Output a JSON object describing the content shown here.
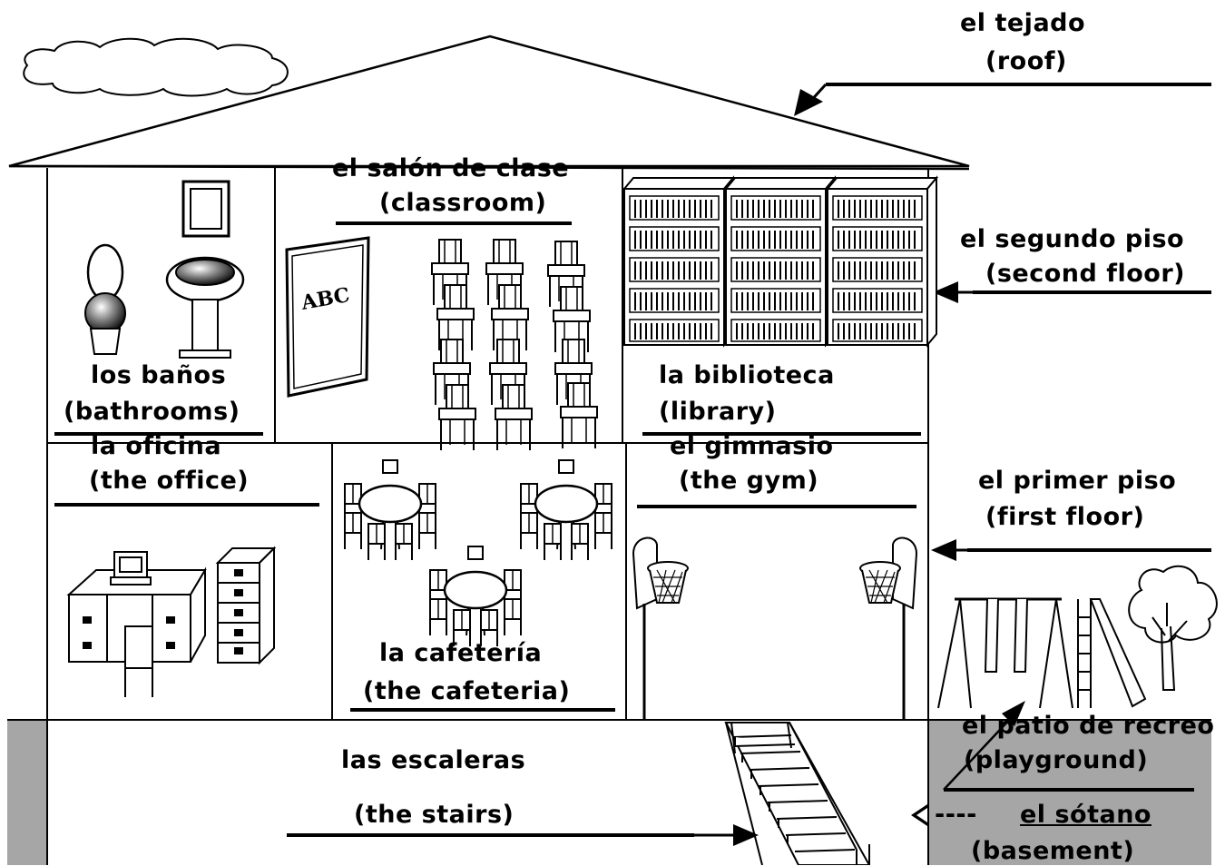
{
  "labels": {
    "roof_es": "el tejado",
    "roof_en": "(roof)",
    "second_floor_es": "el segundo piso",
    "second_floor_en": "(second floor)",
    "classroom_es": "el salón de clase",
    "classroom_en": "(classroom)",
    "bathrooms_es": "los baños",
    "bathrooms_en": "(bathrooms)",
    "library_es": "la biblioteca",
    "library_en": "(library)",
    "office_es": "la oficina",
    "office_en": "(the office)",
    "gym_es": "el gimnasio",
    "gym_en": "(the gym)",
    "cafeteria_es": "la cafetería",
    "cafeteria_en": "(the cafeteria)",
    "first_floor_es": "el primer piso",
    "first_floor_en": "(first floor)",
    "playground_es": "el patio de recreo",
    "playground_en": "(playground)",
    "stairs_es": "las escaleras",
    "stairs_en": "(the stairs)",
    "basement_dashes": "----",
    "basement_es": "el sótano",
    "basement_en": "(basement)"
  },
  "board_text": "ABC",
  "colors": {
    "ink": "#000000",
    "basement_gray": "#a6a6a6",
    "paper": "#ffffff"
  }
}
